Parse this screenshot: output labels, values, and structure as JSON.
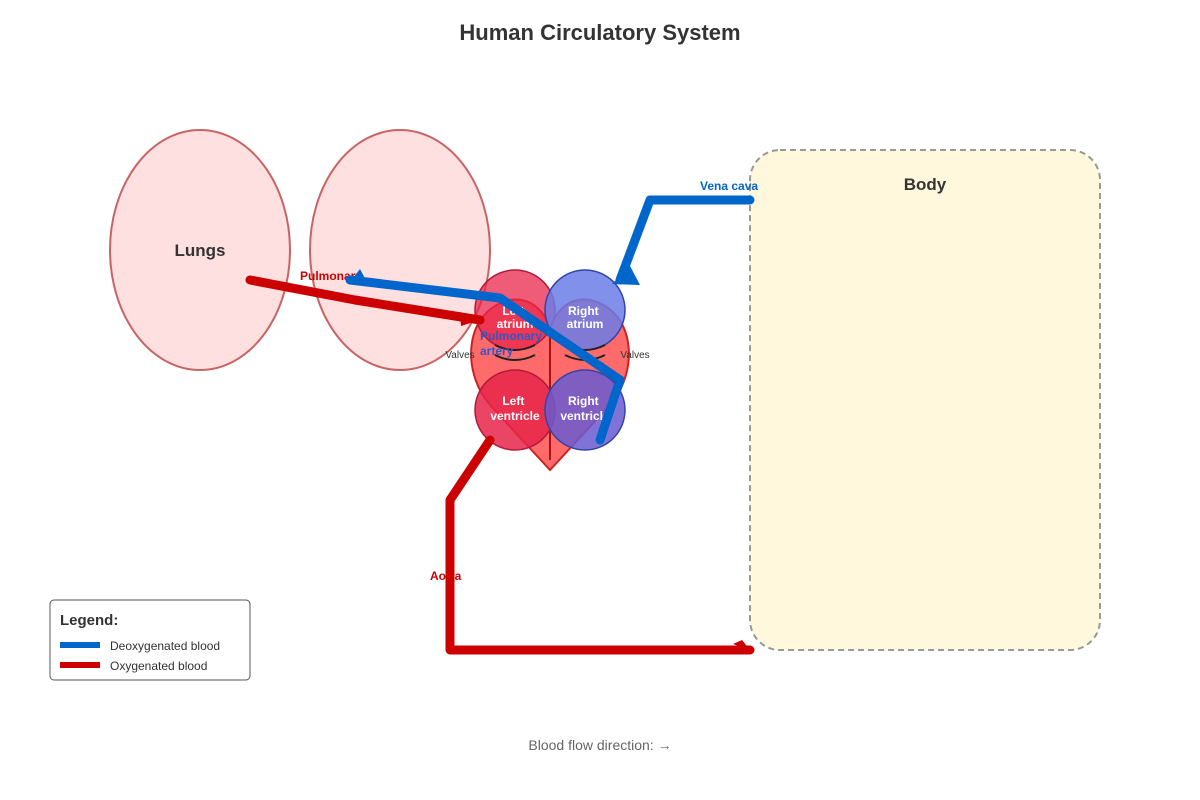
{
  "title": "Human Circulatory System",
  "lungs": {
    "label": "Lungs"
  },
  "body_region": {
    "label": "Body"
  },
  "heart": {
    "left_atrium": [
      "Left",
      "atrium"
    ],
    "right_atrium": [
      "Right",
      "atrium"
    ],
    "left_ventricle": [
      "Left",
      "ventricle"
    ],
    "right_ventricle": [
      "Right",
      "ventricle"
    ],
    "valves_left": "Valves",
    "valves_right": "Valves"
  },
  "vessels": {
    "pulmonary_vein": "Pulmonary",
    "pulmonary_artery": [
      "Pulmonary",
      "artery"
    ],
    "vena_cava": "Vena cava",
    "aorta": "Aorta"
  },
  "legend": {
    "title": "Legend:",
    "items": [
      {
        "label": "Deoxygenated blood",
        "color": "#0066cc"
      },
      {
        "label": "Oxygenated blood",
        "color": "#cc0000"
      }
    ]
  },
  "footer": "Blood flow direction: →",
  "colors": {
    "deoxygenated": "#0066cc",
    "oxygenated": "#cc0000",
    "lung_fill": "#ffe0e0",
    "lung_stroke": "#c86464",
    "body_fill": "#fff8dc",
    "heart_fill": "#ff6b6b",
    "left_chamber": "#e8254a",
    "right_chamber": "#6a7de8"
  }
}
